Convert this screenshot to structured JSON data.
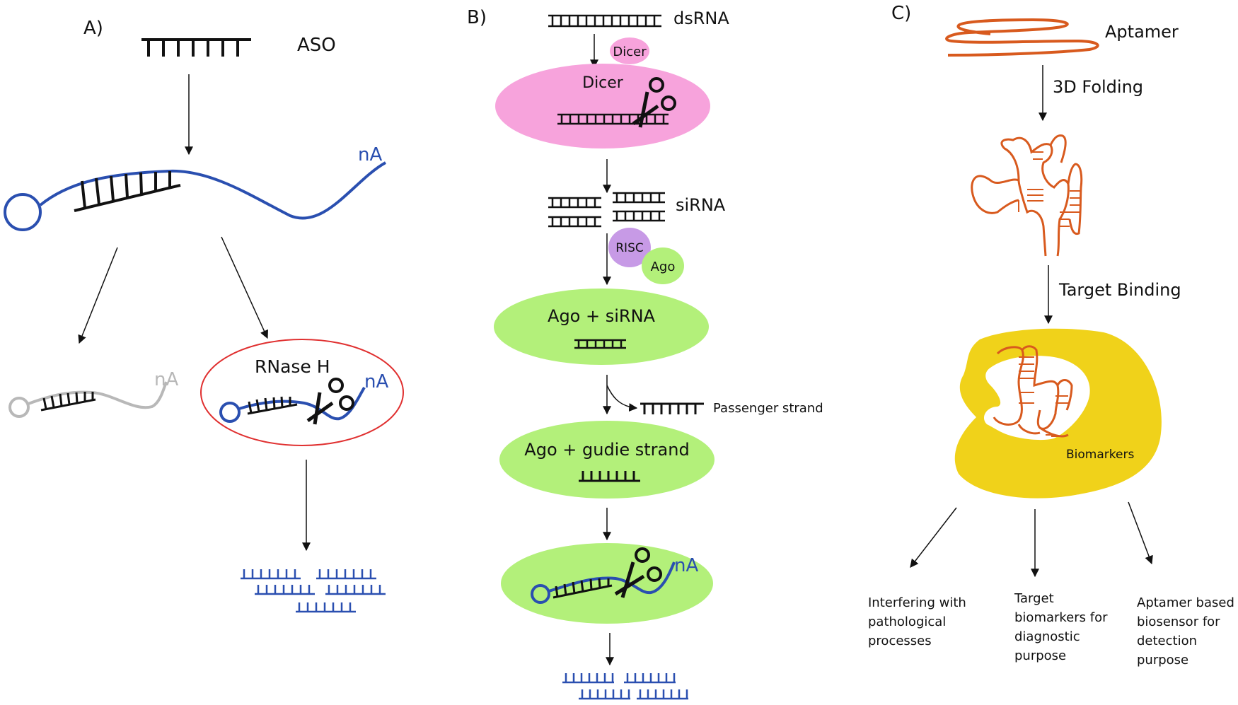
{
  "panels": {
    "a": {
      "letter": "A)",
      "aso": "ASO",
      "na_main": "nA",
      "na_degraded": "nA",
      "rnase": "RNase H",
      "na_rnase": "nA"
    },
    "b": {
      "letter": "B)",
      "dsrna": "dsRNA",
      "dicer_small": "Dicer",
      "dicer_big": "Dicer",
      "sirna": "siRNA",
      "risc": "RISC",
      "ago_small": "Ago",
      "ago_sirna": "Ago + siRNA",
      "passenger": "Passenger strand",
      "ago_guide": "Ago + gudie strand",
      "na_final": "nA"
    },
    "c": {
      "letter": "C)",
      "aptamer": "Aptamer",
      "folding": "3D Folding",
      "binding": "Target Binding",
      "biomarkers": "Biomarkers",
      "outcome1": [
        "Interfering with",
        "pathological",
        "processes"
      ],
      "outcome2": [
        "Target",
        "biomarkers for",
        "diagnostic",
        "purpose"
      ],
      "outcome3": [
        "Aptamer based",
        "biosensor for",
        "detection",
        "purpose"
      ]
    }
  },
  "colors": {
    "rna_blue": "#2a4fb0",
    "red_oval": "#e03030",
    "pink": "#f7a3dc",
    "green": "#b3f07a",
    "purple": "#c79ae6",
    "yellow": "#f0d21a",
    "orange": "#d85a1e",
    "grey": "#b8b8b8"
  }
}
